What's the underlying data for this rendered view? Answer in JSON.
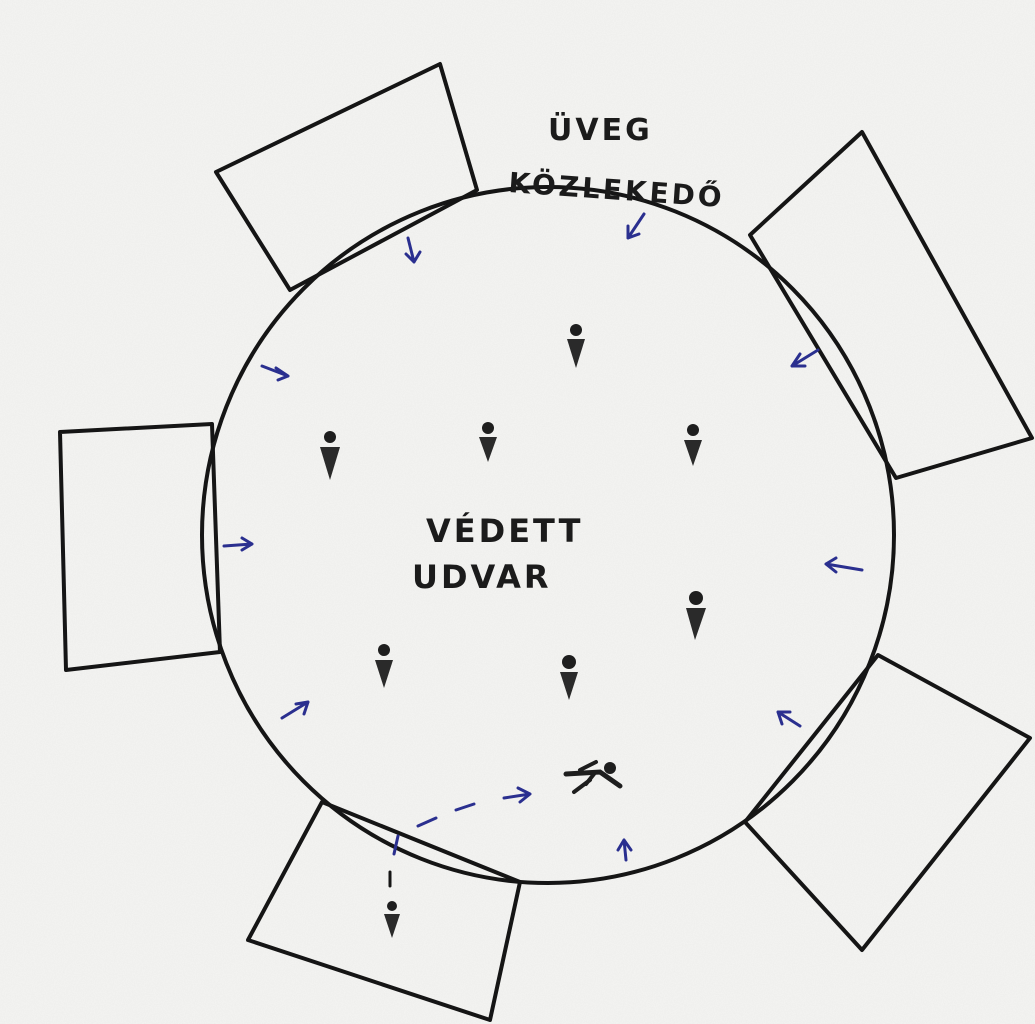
{
  "labels": {
    "corridor_line1": "ÜVEG",
    "corridor_line2": "KÖZLEKEDŐ",
    "courtyard_line1": "VÉDETT",
    "courtyard_line2": "UDVAR"
  },
  "colors": {
    "paper": "#f3f3f1",
    "ink": "#151515",
    "arrow": "#2a2f8f"
  },
  "icons": [
    "person-icon",
    "arrow-icon",
    "running-person-icon"
  ]
}
